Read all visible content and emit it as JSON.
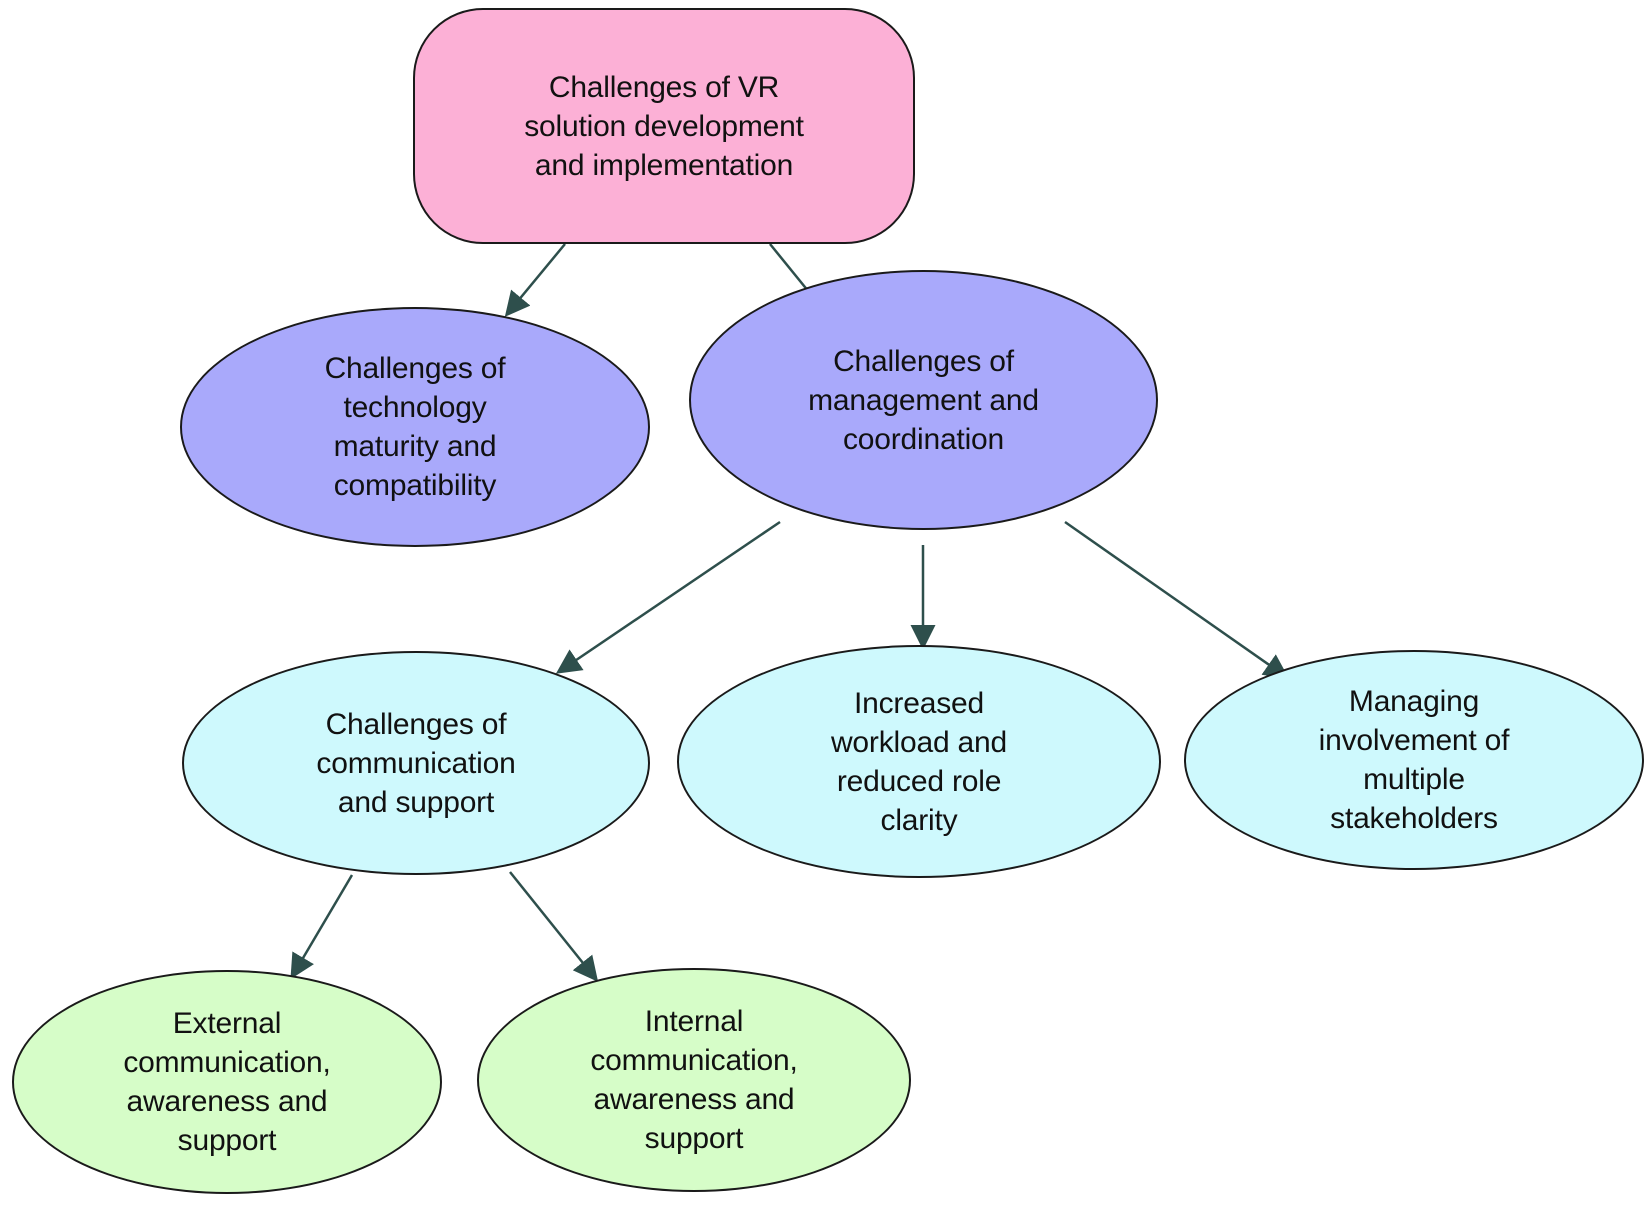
{
  "colors": {
    "root_fill": "#fcb0d6",
    "level1_fill": "#a9a9fb",
    "level2_fill": "#cef9fd",
    "level3_fill": "#d6fdc8",
    "arrow": "#2e4f4c",
    "outline": "#1a1a1a"
  },
  "nodes": {
    "root": {
      "label": "Challenges of VR\nsolution development\nand implementation"
    },
    "tech": {
      "label": "Challenges of\ntechnology\nmaturity and\ncompatibility"
    },
    "mgmt": {
      "label": "Challenges of\nmanagement and\ncoordination"
    },
    "comm": {
      "label": "Challenges of\ncommunication\nand support"
    },
    "work": {
      "label": "Increased\nworkload and\nreduced role\nclarity"
    },
    "stake": {
      "label": "Managing\ninvolvement of\nmultiple\nstakeholders"
    },
    "ext": {
      "label": "External\ncommunication,\nawareness and\nsupport"
    },
    "int": {
      "label": "Internal\ncommunication,\nawareness and\nsupport"
    }
  },
  "edges": [
    {
      "from": "root",
      "to": "tech"
    },
    {
      "from": "root",
      "to": "mgmt"
    },
    {
      "from": "mgmt",
      "to": "comm"
    },
    {
      "from": "mgmt",
      "to": "work"
    },
    {
      "from": "mgmt",
      "to": "stake"
    },
    {
      "from": "comm",
      "to": "ext"
    },
    {
      "from": "comm",
      "to": "int"
    }
  ]
}
